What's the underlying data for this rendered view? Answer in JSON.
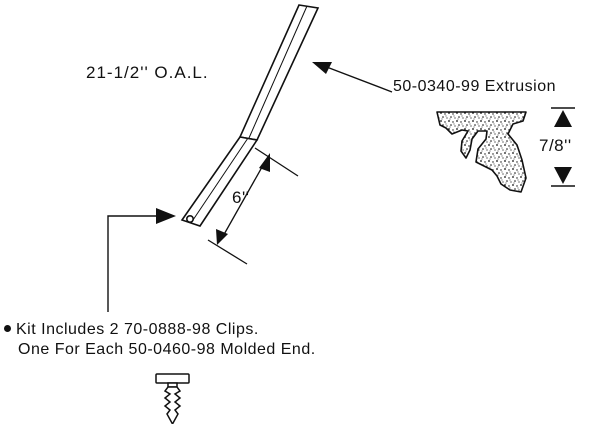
{
  "labels": {
    "overall_length": "21-1/2'' O.A.L.",
    "extrusion_part": "50-0340-99 Extrusion",
    "molded_end_length": "6''",
    "extrusion_height": "7/8''",
    "kit_line1": "Kit Includes 2 70-0888-98 Clips.",
    "kit_line2": "One For Each 50-0460-98 Molded End."
  },
  "colors": {
    "ink": "#111111",
    "background": "#ffffff"
  }
}
